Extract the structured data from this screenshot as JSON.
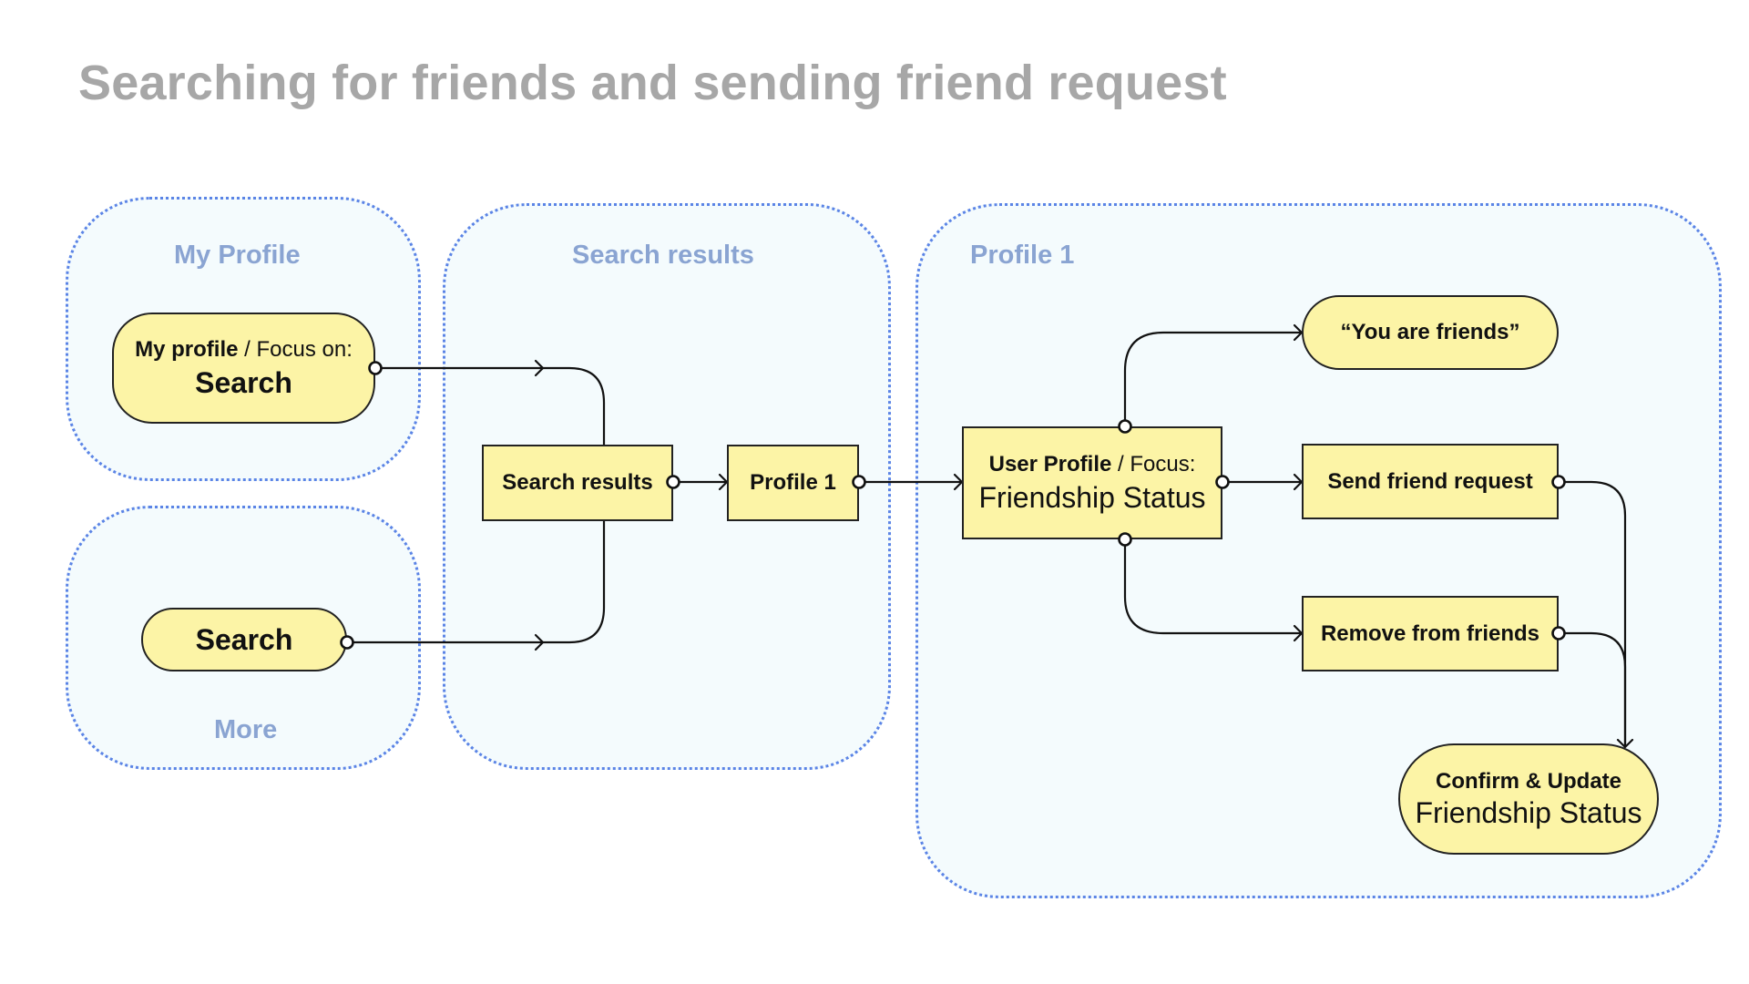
{
  "title": "Searching for friends and sending friend request",
  "zones": {
    "my_profile": "My Profile",
    "more": "More",
    "search_results": "Search results",
    "profile_1": "Profile 1"
  },
  "nodes": {
    "my_profile_search": {
      "bold": "My profile",
      "rest": " / Focus on:",
      "main": "Search"
    },
    "more_search": "Search",
    "search_results": "Search results",
    "profile_1": "Profile 1",
    "user_profile": {
      "bold": "User Profile",
      "rest": " / Focus:",
      "main": "Friendship Status"
    },
    "you_are_friends": "“You are friends”",
    "send_friend_request": "Send friend request",
    "remove_from_friends": "Remove from friends",
    "confirm_update": {
      "line1": "Confirm & Update",
      "line2": "Friendship Status"
    }
  },
  "colors": {
    "node_fill": "#fcf4a6",
    "zone_fill": "#f4fbfd",
    "zone_border": "#5b84e6",
    "zone_label": "#8aa4d2",
    "title": "#a7a7a7",
    "line": "#111111"
  }
}
